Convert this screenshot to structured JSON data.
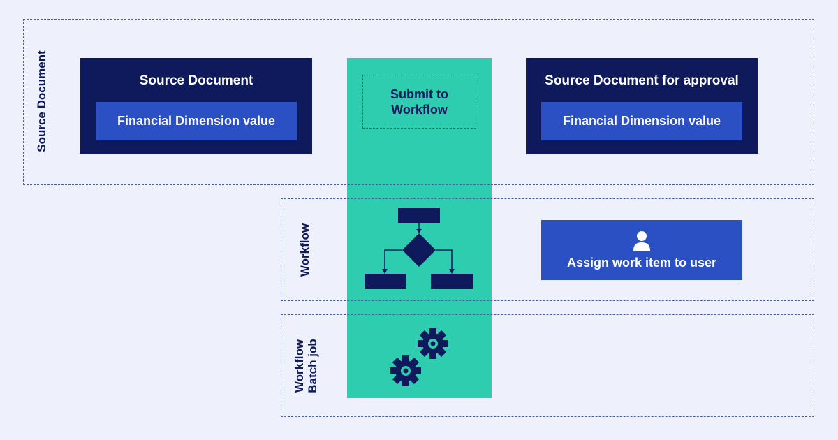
{
  "colors": {
    "background": "#eef1fb",
    "navy": "#0f1a5c",
    "blue": "#2b50c4",
    "teal": "#2ecdb0",
    "lane_border": "#4a5f9e"
  },
  "lanes": {
    "source_document": "Source Document",
    "workflow": "Workflow",
    "workflow_batch_job": [
      "Workflow",
      "Batch job"
    ]
  },
  "source_box": {
    "title": "Source Document",
    "value": "Financial Dimension value"
  },
  "submit": {
    "lines": [
      "Submit to",
      "Workflow"
    ]
  },
  "approval_box": {
    "title": "Source Document for approval",
    "value": "Financial Dimension value"
  },
  "assign_box": {
    "label": "Assign work item to user",
    "icon": "user-icon"
  },
  "workflow_graphic": {
    "icon": "flowchart-icon"
  },
  "batch_graphic": {
    "icon": "gears-icon"
  }
}
